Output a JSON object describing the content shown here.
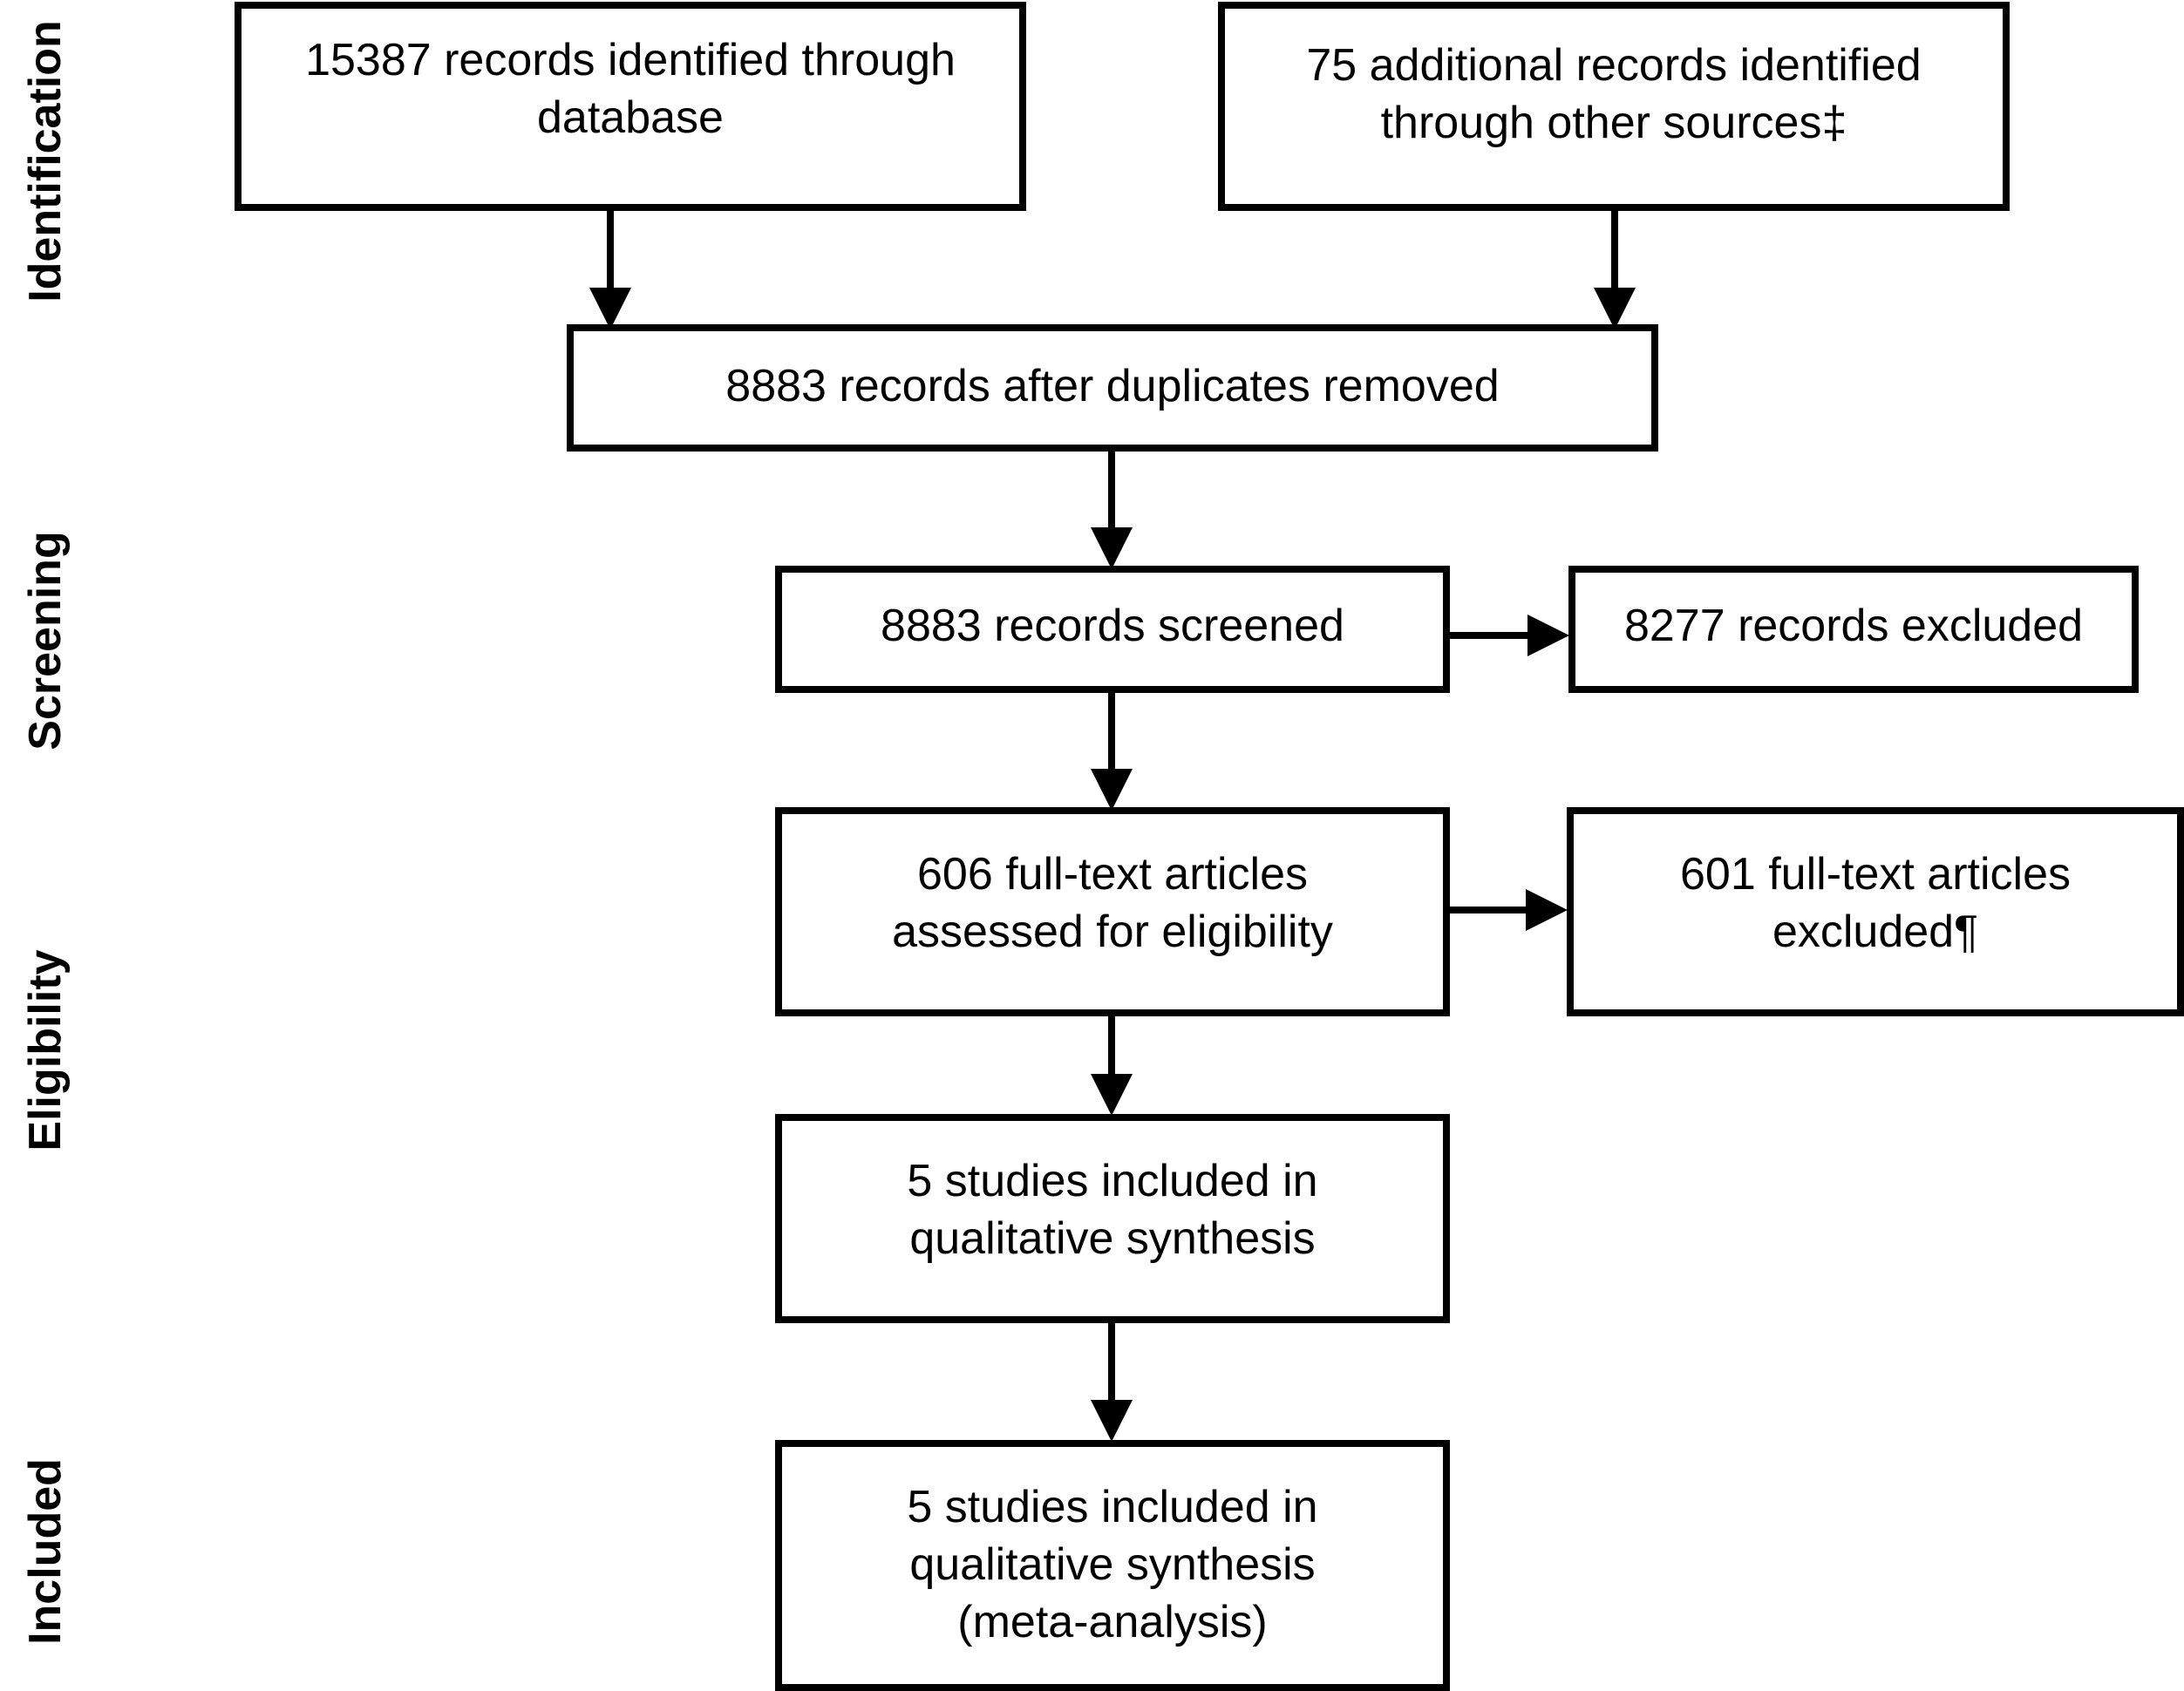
{
  "stages": {
    "identification": "Identification",
    "screening": "Screening",
    "eligibility": "Eligibility",
    "included": "Included"
  },
  "boxes": {
    "db_records": "15387 records identified through\ndatabase",
    "other_records": "75 additional records identified\nthrough other sources‡",
    "after_duplicates": "8883 records after duplicates removed",
    "screened": "8883 records screened",
    "excluded": "8277 records excluded",
    "fulltext_assessed": "606 full-text articles\nassessed for eligibility",
    "fulltext_excluded": "601 full-text articles\nexcluded¶",
    "qualitative": "5 studies included in\nqualitative synthesis",
    "quantitative": "5 studies included in\nqualitative synthesis\n(meta-analysis)"
  }
}
